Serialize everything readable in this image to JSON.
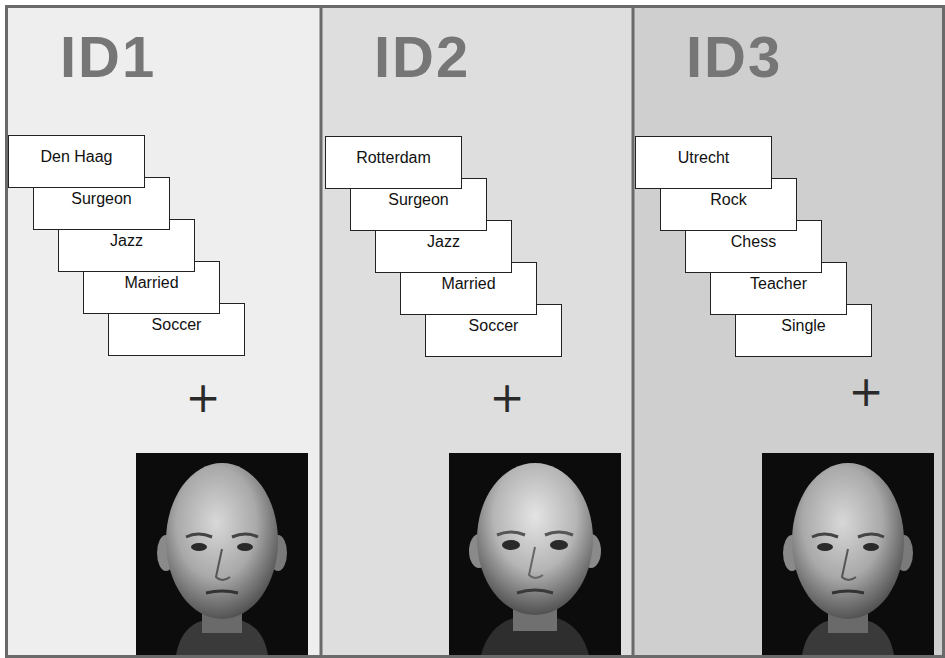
{
  "diagram": {
    "nodes": [
      {
        "text": [
          "ID1"
        ]
      },
      {
        "text": [
          "Den Haag"
        ],
        "in": 0
      },
      {
        "text": [
          "Surgeon"
        ],
        "in": 0
      },
      {
        "text": [
          "Jazz"
        ],
        "in": 0
      },
      {
        "text": [
          "Married"
        ],
        "in": 0
      },
      {
        "text": [
          "Soccer"
        ],
        "in": 0
      },
      {
        "text": [
          "ID2"
        ]
      },
      {
        "text": [
          "Rotterdam"
        ],
        "in": 6
      },
      {
        "text": [
          "Surgeon"
        ],
        "in": 6
      },
      {
        "text": [
          "Jazz"
        ],
        "in": 6
      },
      {
        "text": [
          "Married"
        ],
        "in": 6
      },
      {
        "text": [
          "Soccer"
        ],
        "in": 6
      },
      {
        "text": [
          "ID3"
        ]
      },
      {
        "text": [
          "Utrecht"
        ],
        "in": 12
      },
      {
        "text": [
          "Rock"
        ],
        "in": 12
      },
      {
        "text": [
          "Chess"
        ],
        "in": 12
      },
      {
        "text": [
          "Teacher"
        ],
        "in": 12
      },
      {
        "text": [
          "Single"
        ],
        "in": 12
      }
    ],
    "labels": [
      "+",
      "+",
      "+"
    ]
  }
}
